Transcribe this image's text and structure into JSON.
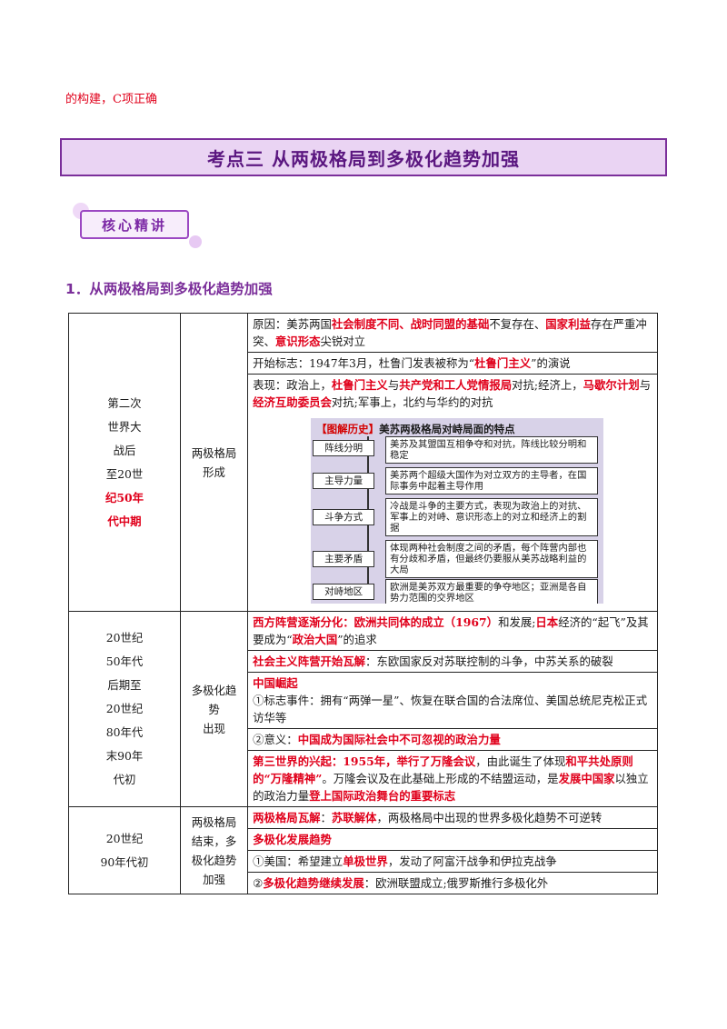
{
  "top_text": "的构建，C项正确",
  "section_title": "考点三   从两极格局到多极化趋势加强",
  "badge_label": "核心精讲",
  "subheading": "1．从两极格局到多极化趋势加强",
  "rows": {
    "r1": {
      "period": [
        "第二次",
        "世界大",
        "战后",
        "至20世",
        "纪50年",
        "代中期"
      ],
      "stage": [
        "两极格局",
        "形成"
      ],
      "cause": {
        "p1": "原因：美苏两国",
        "h1": "社会制度不同、战时同盟的基础",
        "p2": "不复存在、",
        "h2": "国家利益",
        "p3": "存在严重冲突、",
        "h3": "意识形态",
        "p4": "尖锐对立"
      },
      "start": {
        "p1": "开始标志：1947年3月，杜鲁门发表被称为“",
        "h1": "杜鲁门主义",
        "p2": "”的演说"
      },
      "manifest": {
        "p1": "表现：政治上，",
        "h1": "杜鲁门主义",
        "p2": "与",
        "h2": "共产党和工人党情报局",
        "p3": "对抗;经济上，",
        "h3": "马歇尔计划",
        "p4": "与",
        "h4": "经济互助委员会",
        "p5": "对抗;军事上，北约与华约的对抗"
      },
      "diagram": {
        "title_bracket": "【图解历史】",
        "title_text": "美苏两极格局对峙局面的特点",
        "items": [
          {
            "label": "阵线分明",
            "text": "美苏及其盟国互相争夺和对抗，阵线比较分明和稳定"
          },
          {
            "label": "主导力量",
            "text": "美苏两个超级大国作为对立双方的主导者，在国际事务中起着主导作用"
          },
          {
            "label": "斗争方式",
            "text": "冷战是斗争的主要方式，表现为政治上的对抗、军事上的对峙、意识形态上的对立和经济上的割据"
          },
          {
            "label": "主要矛盾",
            "text": "体现两种社会制度之间的矛盾，每个阵营内部也有分歧和矛盾，但最终仍要服从美苏战略利益的大局"
          },
          {
            "label": "对峙地区",
            "text": "欧洲是美苏双方最重要的争夺地区；亚洲是各自势力范围的交界地区"
          }
        ]
      }
    },
    "r2": {
      "period": [
        "20世纪",
        "50年代",
        "后期至",
        "20世纪",
        "80年代",
        "末90年",
        "代初"
      ],
      "stage": [
        "多极化趋",
        "势",
        "出现"
      ],
      "west": {
        "h1": "西方阵营逐渐分化：欧洲共同体的成立（1967）",
        "p1": "和发展;",
        "h2": "日本",
        "p2": "经济的“起飞”及其要成为“",
        "h3": "政治大国",
        "p3": "”的追求"
      },
      "socialist": {
        "h1": "社会主义阵营开始瓦解",
        "p1": "：东欧国家反对苏联控制的斗争，中苏关系的破裂"
      },
      "china_title": "中国崛起",
      "china_events": "①标志事件：拥有“两弹一星”、恢复在联合国的合法席位、美国总统尼克松正式访华等",
      "china_meaning": {
        "p1": "②意义：",
        "h1": "中国成为国际社会中不可忽视的政治力量"
      },
      "third": {
        "h1": "第三世界的兴起：1955年，举行了万隆会议",
        "p1": "，由此诞生了体现",
        "h2": "和平共处原则的“万隆精神”",
        "p2": "。万隆会议及在此基础上形成的不结盟运动，是",
        "h3": "发展中国家",
        "p3": "以独立的政治力量",
        "h4": "登上国际政治舞台的重要标志"
      }
    },
    "r3": {
      "period": [
        "20世纪",
        "90年代初"
      ],
      "stage": [
        "两极格局",
        "结束，多",
        "极化趋势",
        "加强"
      ],
      "collapse": {
        "h1": "两极格局瓦解",
        "p1": "：",
        "h2": "苏联解体",
        "p2": "，两极格局中出现的世界多极化趋势不可逆转"
      },
      "trend_title": "多极化发展趋势",
      "usa": {
        "p1": "①美国：希望建立",
        "h1": "单极世界",
        "p2": "，发动了阿富汗战争和伊拉克战争"
      },
      "continue": {
        "p1": "②",
        "h1": "多极化趋势继续发展",
        "p2": "：欧洲联盟成立;俄罗斯推行多极化外"
      }
    }
  }
}
